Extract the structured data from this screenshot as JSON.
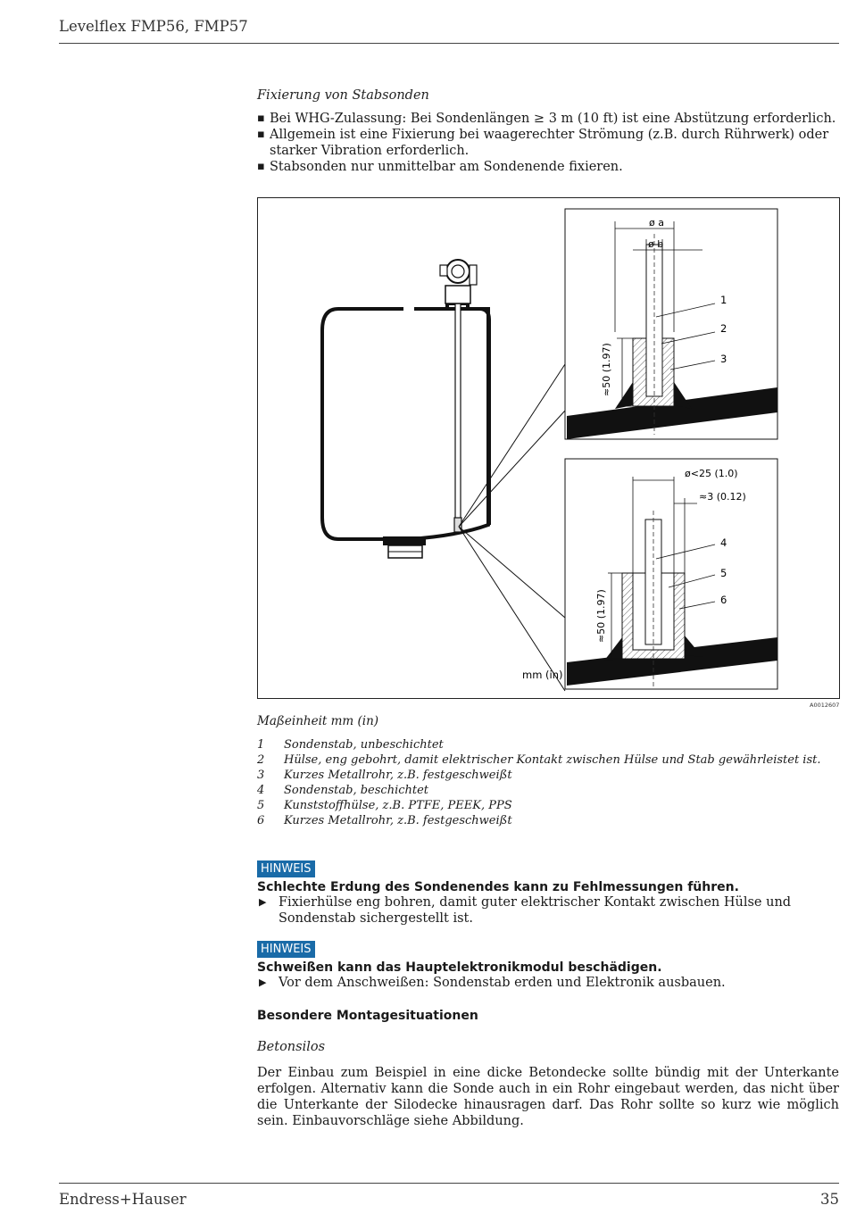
{
  "header": {
    "title": "Levelflex FMP56, FMP57"
  },
  "fixing": {
    "subtitle": "Fixierung von Stabsonden",
    "bullets": [
      "Bei WHG-Zulassung: Bei Sondenlängen ≥ 3 m (10 ft) ist eine Abstützung erforderlich.",
      "Allgemein ist eine Fixierung bei waagerechter Strömung (z.B. durch Rührwerk) oder starker Vibration erforderlich.",
      "Stabsonden nur unmittelbar am Sondenende fixieren."
    ]
  },
  "figure": {
    "labels": {
      "dia_a": "ø a",
      "dia_b": "ø b",
      "height_top": "≈50 (1.97)",
      "height_bottom": "≈50 (1.97)",
      "dia_25": "ø<25 (1.0)",
      "wall_3": "≈3 (0.12)",
      "unit": "mm (in)",
      "n1": "1",
      "n2": "2",
      "n3": "3",
      "n4": "4",
      "n5": "5",
      "n6": "6"
    },
    "id": "A0012607",
    "caption": "Maßeinheit mm (in)"
  },
  "legend": [
    {
      "num": "1",
      "text": "Sondenstab, unbeschichtet"
    },
    {
      "num": "2",
      "text": "Hülse, eng gebohrt, damit elektrischer Kontakt zwischen Hülse und Stab gewährleistet ist."
    },
    {
      "num": "3",
      "text": "Kurzes Metallrohr, z.B. festgeschweißt"
    },
    {
      "num": "4",
      "text": "Sondenstab, beschichtet"
    },
    {
      "num": "5",
      "text": "Kunststoffhülse, z.B. PTFE, PEEK, PPS"
    },
    {
      "num": "6",
      "text": "Kurzes Metallrohr, z.B. festgeschweißt"
    }
  ],
  "notice1": {
    "badge": "HINWEIS",
    "title": "Schlechte Erdung des Sondenendes kann zu Fehlmessungen führen.",
    "action": "Fixierhülse eng bohren, damit guter elektrischer Kontakt zwischen Hülse und Sondenstab sichergestellt ist."
  },
  "notice2": {
    "badge": "HINWEIS",
    "title": "Schweißen kann das Hauptelektronikmodul beschädigen.",
    "action": "Vor dem Anschweißen: Sondenstab erden und Elektronik ausbauen."
  },
  "special": {
    "heading": "Besondere Montagesituationen",
    "subtitle": "Betonsilos",
    "paragraph": "Der Einbau zum Beispiel in eine dicke Betondecke sollte bündig mit der Unterkante erfolgen. Alternativ kann die Sonde auch in ein Rohr eingebaut werden, das nicht über die Unterkante der Silodecke hinausragen darf. Das Rohr sollte so kurz wie möglich sein. Einbauvorschläge siehe Abbildung."
  },
  "footer": {
    "company": "Endress+Hauser",
    "page": "35"
  }
}
